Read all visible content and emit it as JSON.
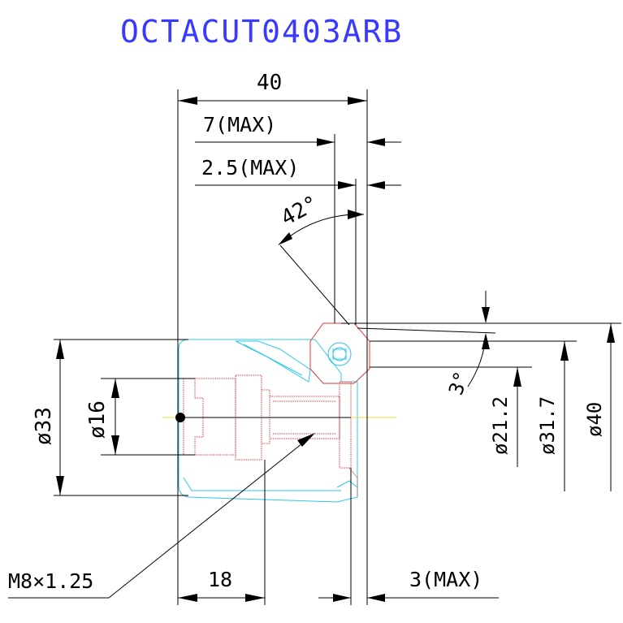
{
  "title": "OCTACUT0403ARB",
  "colors": {
    "title": "#3a3aff",
    "body_outline": "#2ec8e8",
    "hidden_parts": "#e03a3a",
    "center_line": "#f0e030",
    "dimension": "#000000"
  },
  "dimensions": {
    "overall_length": "40",
    "max_7": "7(MAX)",
    "max_2_5": "2.5(MAX)",
    "angle_42": "42°",
    "angle_3": "3°",
    "dia_33": "ø33",
    "dia_16": "ø16",
    "dia_21_2": "ø21.2",
    "dia_31_7": "ø31.7",
    "dia_40": "ø40",
    "thread": "M8×1.25",
    "length_18": "18",
    "max_3": "3(MAX)"
  }
}
